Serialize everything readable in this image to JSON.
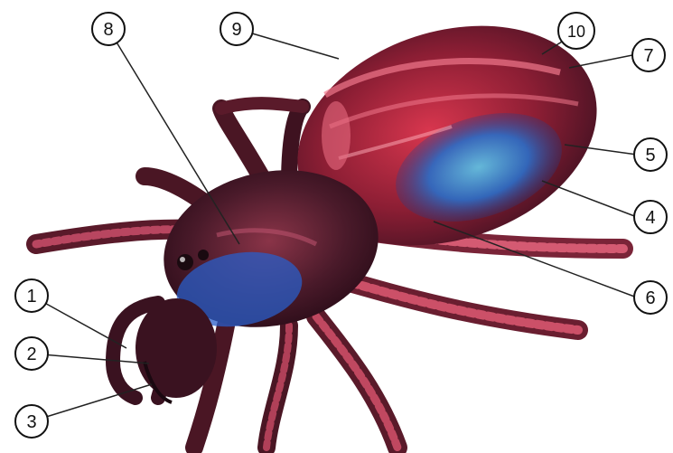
{
  "figure": {
    "subject": "spider-anatomy-illustration",
    "colors": {
      "background": "#ffffff",
      "body_dark": "#3a1420",
      "body_red": "#c8283c",
      "body_pink": "#e0607a",
      "accent_blue": "#2a5ec8",
      "accent_cyan": "#4fb4d8",
      "callout_line": "#222222"
    },
    "callouts": [
      {
        "id": "1",
        "label": "1"
      },
      {
        "id": "2",
        "label": "2"
      },
      {
        "id": "3",
        "label": "3"
      },
      {
        "id": "4",
        "label": "4"
      },
      {
        "id": "5",
        "label": "5"
      },
      {
        "id": "6",
        "label": "6"
      },
      {
        "id": "7",
        "label": "7"
      },
      {
        "id": "8",
        "label": "8"
      },
      {
        "id": "9",
        "label": "9"
      },
      {
        "id": "10",
        "label": "10"
      }
    ]
  }
}
